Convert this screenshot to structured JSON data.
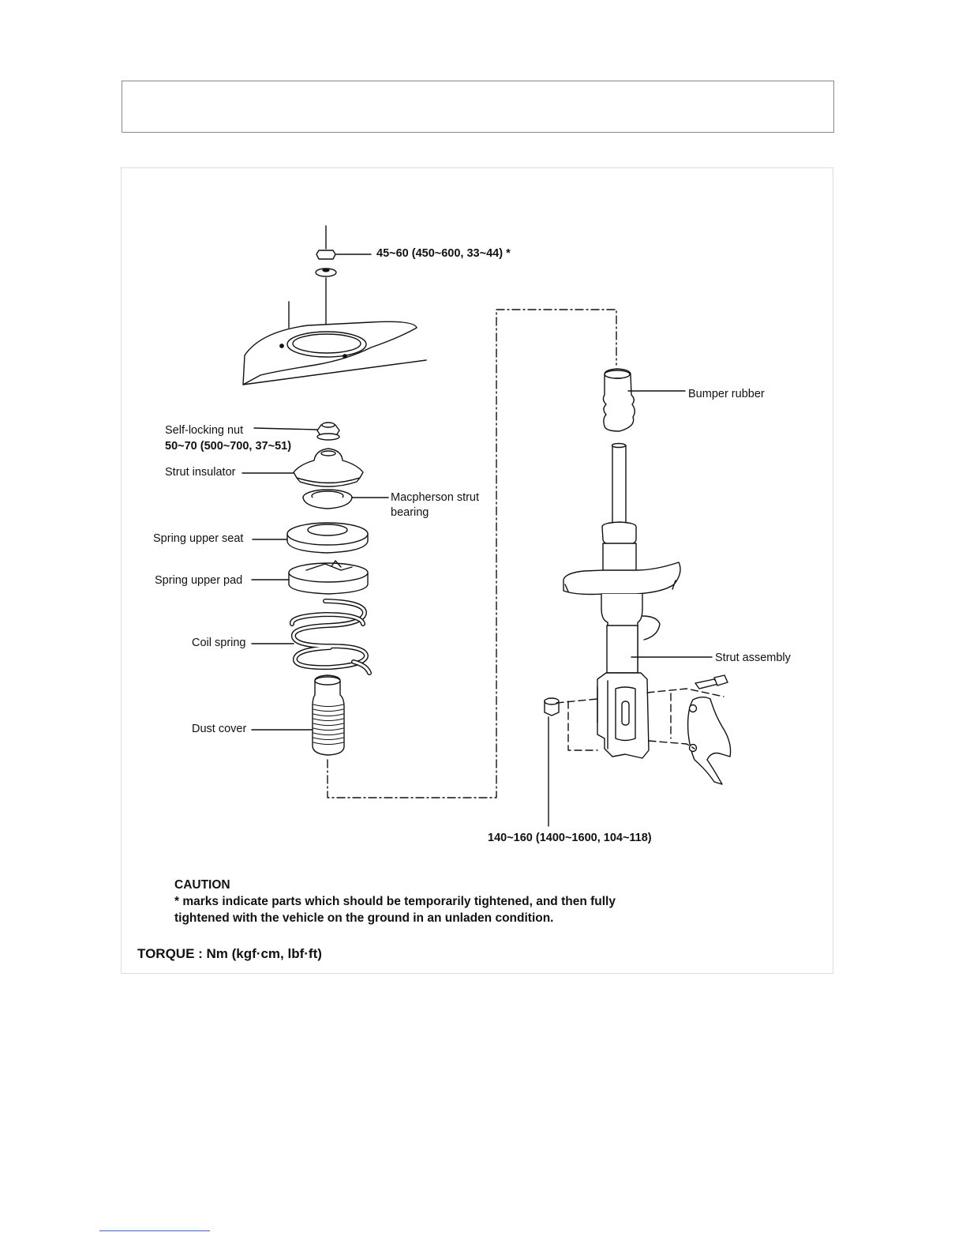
{
  "labels": {
    "top_nut_torque": "45~60 (450~600, 33~44) *",
    "self_locking_nut": "Self-locking nut",
    "self_locking_nut_torque": "50~70 (500~700, 37~51)",
    "strut_insulator": "Strut insulator",
    "macpherson_line1": "Macpherson strut",
    "macpherson_line2": "bearing",
    "spring_upper_seat": "Spring upper seat",
    "spring_upper_pad": "Spring upper pad",
    "coil_spring": "Coil spring",
    "dust_cover": "Dust cover",
    "bumper_rubber": "Bumper rubber",
    "strut_assembly": "Strut assembly",
    "lower_nut_torque": "140~160 (1400~1600, 104~118)"
  },
  "caution": {
    "title": "CAUTION",
    "line1": "* marks indicate parts which should be temporarily tightened, and then fully",
    "line2": "tightened with the vehicle on the ground in an unladen condition."
  },
  "torque_note": "TORQUE : Nm (kgf·cm, lbf·ft)"
}
